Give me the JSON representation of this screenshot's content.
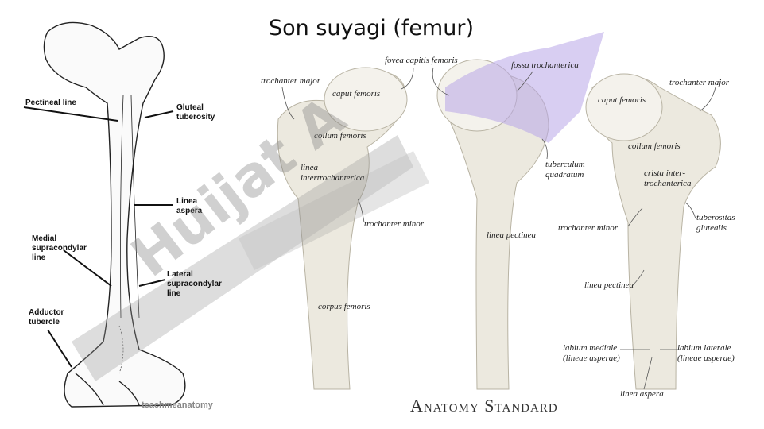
{
  "title": "Son suyagi (femur)",
  "left_labels": {
    "pectineal_line": "Pectineal line",
    "gluteal_tuberosity": "Gluteal tuberosity",
    "linea_aspera": "Linea aspera",
    "medial_supracondylar": "Medial supracondylar line",
    "lateral_supracondylar": "Lateral supracondylar line",
    "adductor_tubercle": "Adductor tubercle"
  },
  "left_credit": "teachmeanatomy",
  "right_labels": {
    "trochanter_major_1": "trochanter major",
    "caput_femoris_1": "caput femoris",
    "collum_femoris_1": "collum femoris",
    "linea_intertrochanterica": "linea intertrochanterica",
    "trochanter_minor_1": "trochanter minor",
    "corpus_femoris": "corpus femoris",
    "fovea_capitis": "fovea capitis femoris",
    "fossa_trochanterica": "fossa trochanterica",
    "tuberculum_quadratum": "tuberculum quadratum",
    "linea_pectinea_1": "linea pectinea",
    "trochanter_major_2": "trochanter major",
    "caput_femoris_2": "caput femoris",
    "collum_femoris_2": "collum femoris",
    "crista_intertrochanterica": "crista inter-trochanterica",
    "trochanter_minor_2": "trochanter minor",
    "tuberositas_glutealis": "tuberositas glutealis",
    "linea_pectinea_2": "linea pectinea",
    "labium_mediale": "labium mediale (lineae asperae)",
    "labium_laterale": "labium laterale (lineae asperae)",
    "linea_aspera": "linea aspera"
  },
  "brand": "Anatomy Standard",
  "watermark": "Huijat A"
}
